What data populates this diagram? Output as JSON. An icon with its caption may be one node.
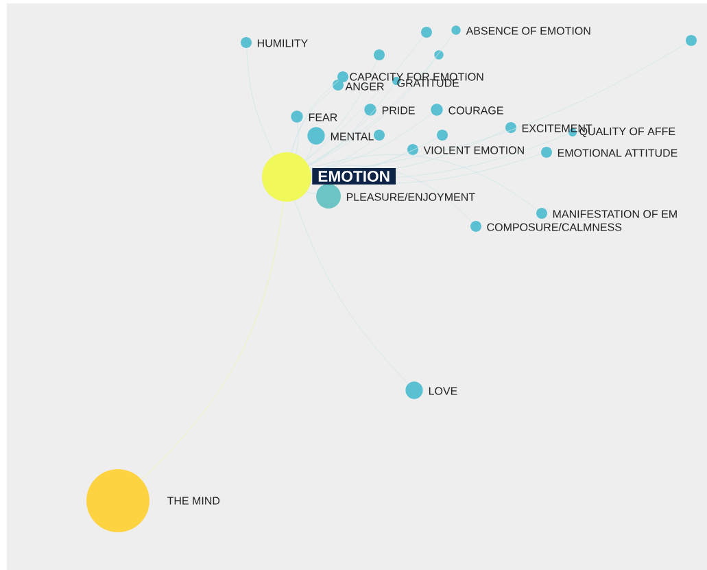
{
  "diagram": {
    "nodes": [
      {
        "text": [
          "EMOTION"
        ]
      },
      {
        "text": [
          "THE MIND"
        ]
      },
      {
        "text": [
          "HUMILITY"
        ]
      },
      {
        "text": [
          "ABSENCE OF EMOTION"
        ]
      },
      {
        "text": [],
        "shape": "circle"
      },
      {
        "text": [],
        "shape": "circle"
      },
      {
        "text": [],
        "shape": "circle"
      },
      {
        "text": [
          "CAPACITY FOR EMOTION"
        ]
      },
      {
        "text": [
          "ANGER"
        ]
      },
      {
        "text": [
          "GRATITUDE"
        ]
      },
      {
        "text": [
          "FEAR"
        ]
      },
      {
        "text": [
          "PRIDE"
        ]
      },
      {
        "text": [
          "COURAGE"
        ]
      },
      {
        "text": [
          "MENTAL"
        ]
      },
      {
        "text": [],
        "shape": "circle"
      },
      {
        "text": [],
        "shape": "circle"
      },
      {
        "text": [
          "EXCITEMENT"
        ]
      },
      {
        "text": [
          "QUALITY OF AFFE"
        ]
      },
      {
        "text": [
          "VIOLENT EMOTION"
        ]
      },
      {
        "text": [
          "EMOTIONAL ATTITUDE"
        ]
      },
      {
        "text": [
          "PLEASURE/ENJOYMENT"
        ]
      },
      {
        "text": [
          "MANIFESTATION OF EM"
        ]
      },
      {
        "text": [
          "COMPOSURE/CALMNESS"
        ]
      },
      {
        "text": [
          "LOVE"
        ]
      },
      {
        "text": [],
        "shape": "circle"
      }
    ],
    "edges": [
      {
        "from": 0,
        "to": 1,
        "arrow": "none",
        "color": "#eef3a8"
      },
      {
        "from": 0,
        "to": 2,
        "arrow": "none"
      },
      {
        "from": 0,
        "to": 3,
        "arrow": "none"
      },
      {
        "from": 0,
        "to": 4,
        "arrow": "none"
      },
      {
        "from": 0,
        "to": 5,
        "arrow": "none"
      },
      {
        "from": 0,
        "to": 6,
        "arrow": "none"
      },
      {
        "from": 0,
        "to": 7,
        "arrow": "none"
      },
      {
        "from": 0,
        "to": 8,
        "arrow": "none"
      },
      {
        "from": 0,
        "to": 9,
        "arrow": "none"
      },
      {
        "from": 0,
        "to": 10,
        "arrow": "none"
      },
      {
        "from": 0,
        "to": 11,
        "arrow": "none"
      },
      {
        "from": 0,
        "to": 12,
        "arrow": "none"
      },
      {
        "from": 0,
        "to": 13,
        "arrow": "none"
      },
      {
        "from": 0,
        "to": 14,
        "arrow": "none"
      },
      {
        "from": 0,
        "to": 15,
        "arrow": "none"
      },
      {
        "from": 0,
        "to": 16,
        "arrow": "none"
      },
      {
        "from": 0,
        "to": 17,
        "arrow": "none"
      },
      {
        "from": 0,
        "to": 18,
        "arrow": "none"
      },
      {
        "from": 0,
        "to": 19,
        "arrow": "none"
      },
      {
        "from": 0,
        "to": 20,
        "arrow": "none"
      },
      {
        "from": 0,
        "to": 21,
        "arrow": "none"
      },
      {
        "from": 0,
        "to": 22,
        "arrow": "none"
      },
      {
        "from": 0,
        "to": 23,
        "arrow": "none"
      },
      {
        "from": 0,
        "to": 24,
        "arrow": "none"
      }
    ]
  }
}
